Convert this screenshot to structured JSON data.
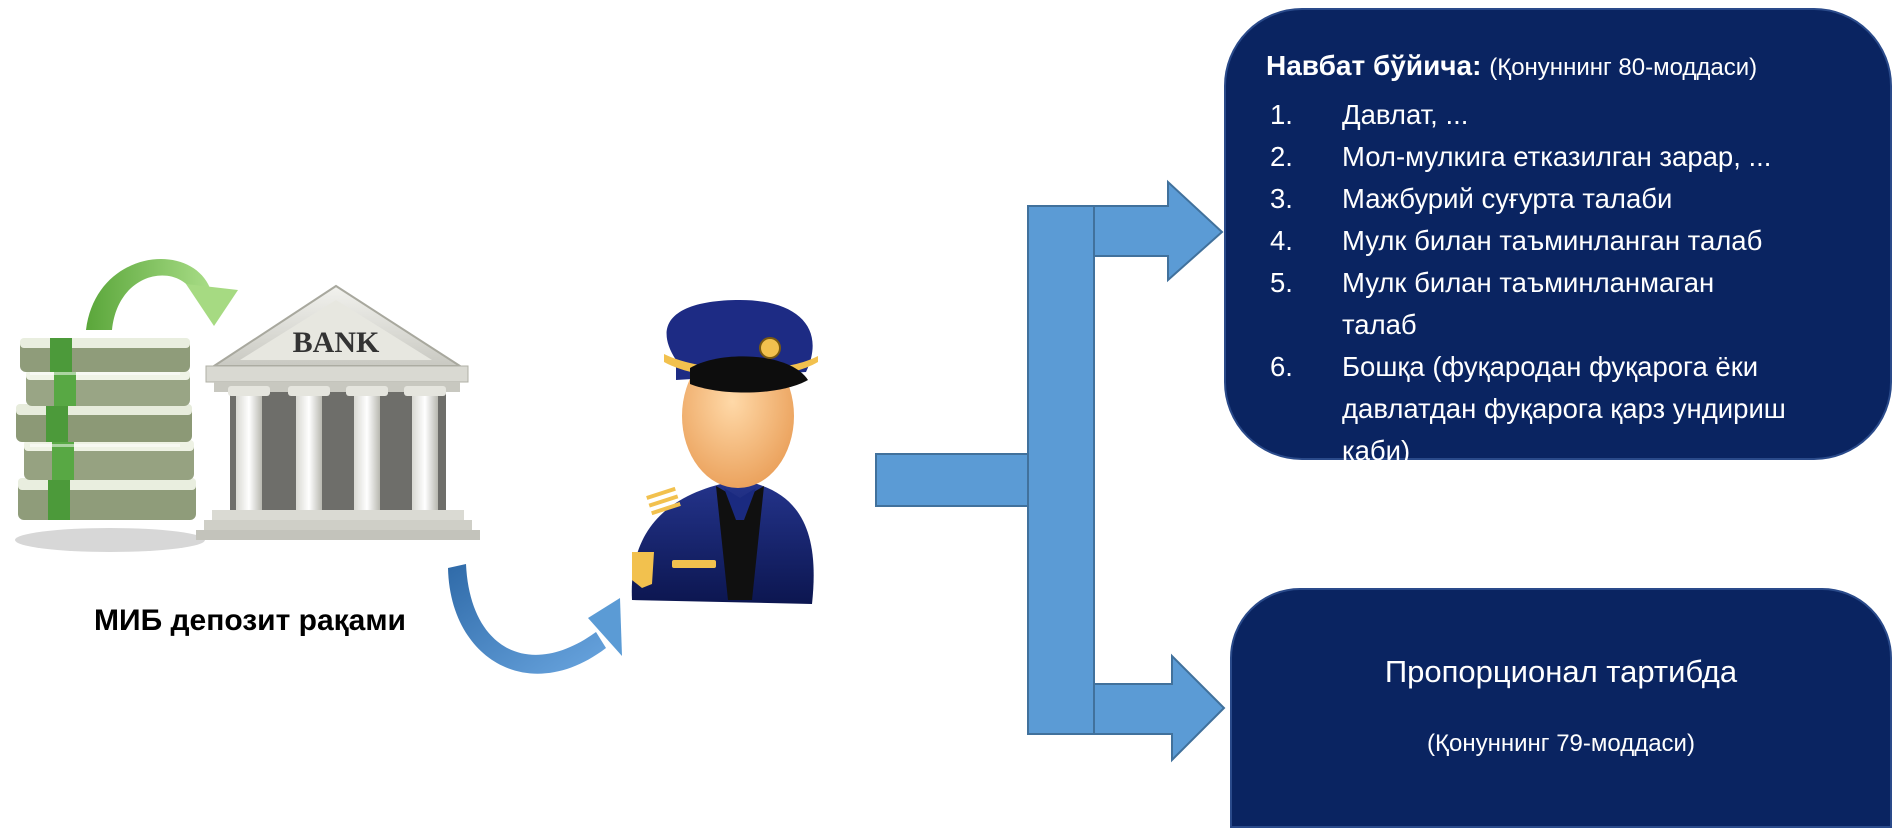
{
  "deposit_label": "МИБ депозит рақами",
  "bank_sign": "BANK",
  "priority_box": {
    "title": "Навбат бўйича:",
    "law_ref": "(Қонуннинг 80-моддаси)",
    "items": [
      {
        "num": "1.",
        "text": "Давлат, ..."
      },
      {
        "num": "2.",
        "text": "Мол-мулкига етказилган зарар, ..."
      },
      {
        "num": "3.",
        "text": "Мажбурий суғурта талаби"
      },
      {
        "num": "4.",
        "text": "Мулк билан таъминланган талаб"
      },
      {
        "num": "5.",
        "text": "Мулк билан таъминланмаган талаб"
      },
      {
        "num": "6.",
        "text": "Бошқа (фуқародан фуқарога ёки давлатдан фуқарога қарз ундириш каби)"
      }
    ]
  },
  "proportional_box": {
    "title": "Пропорционал тартибда",
    "law_ref": "(Қонуннинг 79-моддаси)"
  },
  "colors": {
    "box_fill": "#0a2461",
    "arrow_fill": "#5b9bd5",
    "arrow_stroke": "#41719c",
    "green_arrow": "#7cc05a",
    "blue_curve": "#4a86c6"
  }
}
